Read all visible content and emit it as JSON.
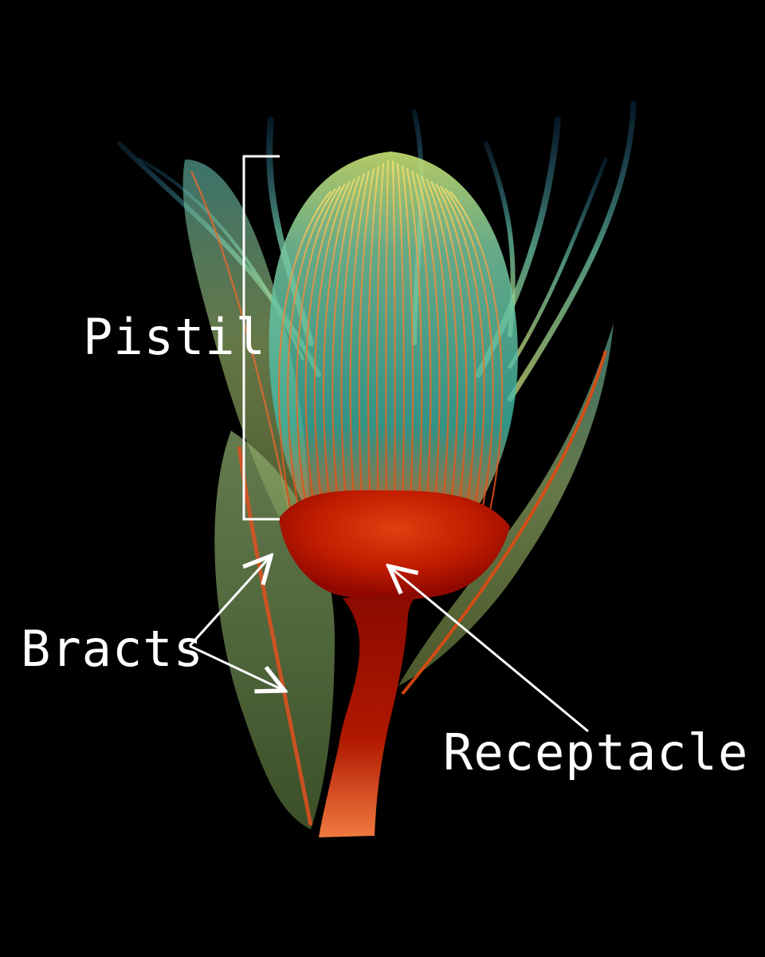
{
  "labels": {
    "pistil": "Pistil",
    "bracts": "Bracts",
    "receptacle": "Receptacle"
  },
  "colors": {
    "background": "#000000",
    "annotation": "#ffffff",
    "receptacle": "#c11a00",
    "stem": "#8a0a00",
    "pistil_tips": "#e8e070",
    "pistil_mid": "#3fc0a8",
    "pistil_filament": "#e0602a",
    "bract": "#9ab060"
  }
}
